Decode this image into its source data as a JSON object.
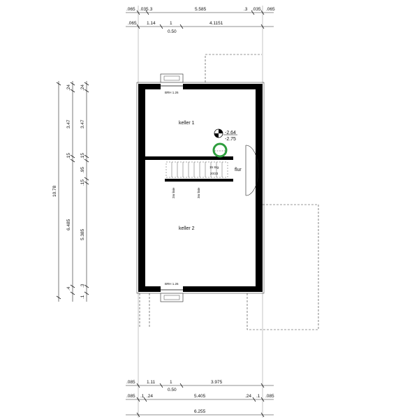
{
  "dimensions": {
    "top_row_1": [
      ".065",
      ".035",
      ".3",
      "5.585",
      ".3",
      ".035",
      ".065"
    ],
    "top_row_2": [
      ".065",
      "1.14",
      "1",
      "4.1151"
    ],
    "top_row_2_sub": "0.50",
    "bottom_row_1": [
      ".085",
      "1.11",
      "1",
      "3.975"
    ],
    "bottom_row_1_sub": "0.50",
    "bottom_row_2": [
      ".085",
      ".1",
      ".24",
      "5.405",
      ".24",
      ".1",
      ".085"
    ],
    "bottom_total": "6.255",
    "left_total": "10.78",
    "left_col_2": [
      ".24",
      "3.47",
      ".15",
      "6.485",
      ".4"
    ],
    "left_col_3": [
      ".24",
      "3.47",
      ".15",
      ".95",
      ".15",
      "5.385",
      ".3",
      ".1"
    ]
  },
  "rooms": {
    "keller1": "keller 1",
    "keller2": "keller 2",
    "flur": "flur"
  },
  "level": {
    "upper": "-2.64",
    "lower": "-2.75"
  },
  "stair": {
    "steps": "15 Stg.",
    "ratio": "20/23",
    "line_left": "2m linie",
    "line_right": "3m linie"
  },
  "windows": {
    "top": "BRH 1.26",
    "bottom": "BRH 1.26"
  },
  "colors": {
    "wall": "#000000",
    "line": "#222222",
    "highlight": "#2e9e3e"
  }
}
